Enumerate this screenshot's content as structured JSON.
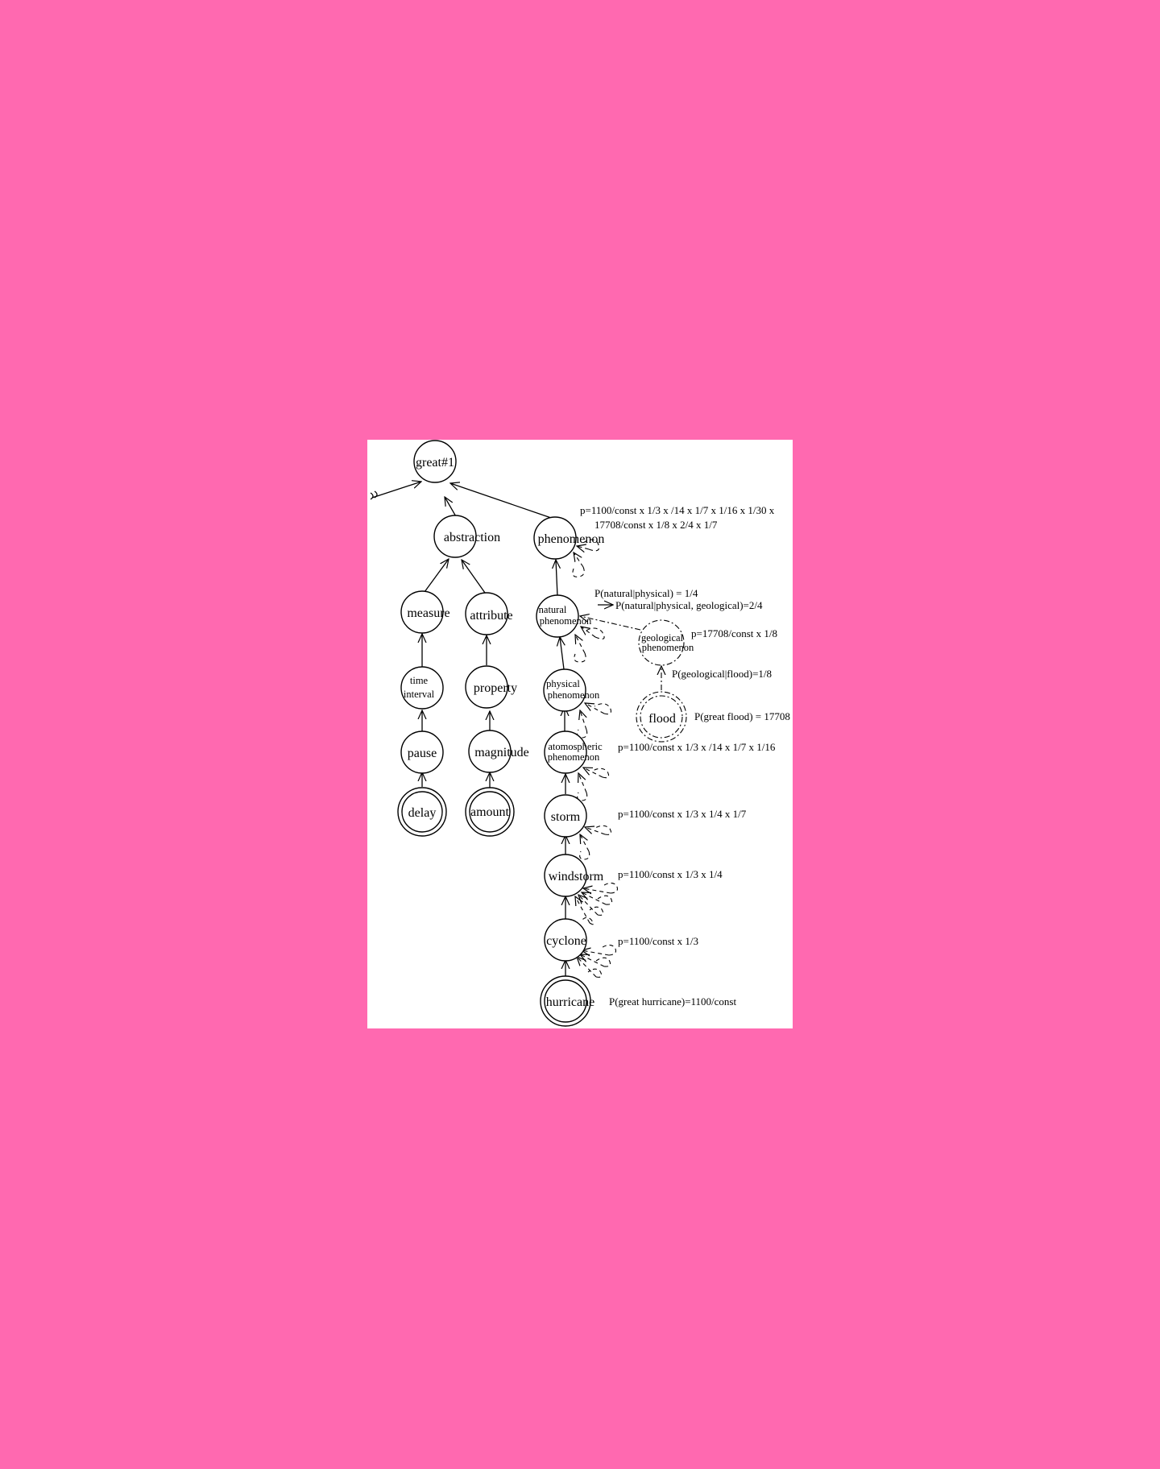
{
  "nodes": {
    "great": "great#1",
    "abstraction": "abstraction",
    "phenomenon": "phenomenon",
    "measure": "measure",
    "attribute": "attribute",
    "time_interval": [
      "time",
      "interval"
    ],
    "property": "property",
    "pause": "pause",
    "magnitude": "magnitude",
    "delay": "delay",
    "amount": "amount",
    "natural_phenomenon": [
      "natural",
      "phenomenon"
    ],
    "geological_phenomenon": [
      "geological",
      "phenomenon"
    ],
    "physical_phenomenon": [
      "physical",
      "phenomenon"
    ],
    "flood": "flood",
    "atmospheric_phenomenon": [
      "atomospheric",
      "phenomenon"
    ],
    "storm": "storm",
    "windstorm": "windstorm",
    "cyclone": "cyclone",
    "hurricane": "hurricane"
  },
  "annotations": {
    "phenomenon_line1": "p=1100/const x 1/3 x /14 x 1/7 x 1/16 x 1/30 x",
    "phenomenon_line2": "17708/const x 1/8 x 2/4 x 1/7",
    "natural_given_physical": "P(natural|physical) = 1/4",
    "natural_given_physical_geological": "P(natural|physical, geological)=2/4",
    "geological_p": "p=17708/const x 1/8",
    "geological_given_flood": "P(geological|flood)=1/8",
    "great_flood": "P(great flood) = 17708",
    "atmospheric_p": "p=1100/const x 1/3 x /14 x 1/7 x 1/16",
    "storm_p": "p=1100/const x 1/3 x 1/4 x 1/7",
    "windstorm_p": "p=1100/const x 1/3 x 1/4",
    "cyclone_p": "p=1100/const x 1/3",
    "great_hurricane": "P(great hurricane)=1100/const"
  }
}
